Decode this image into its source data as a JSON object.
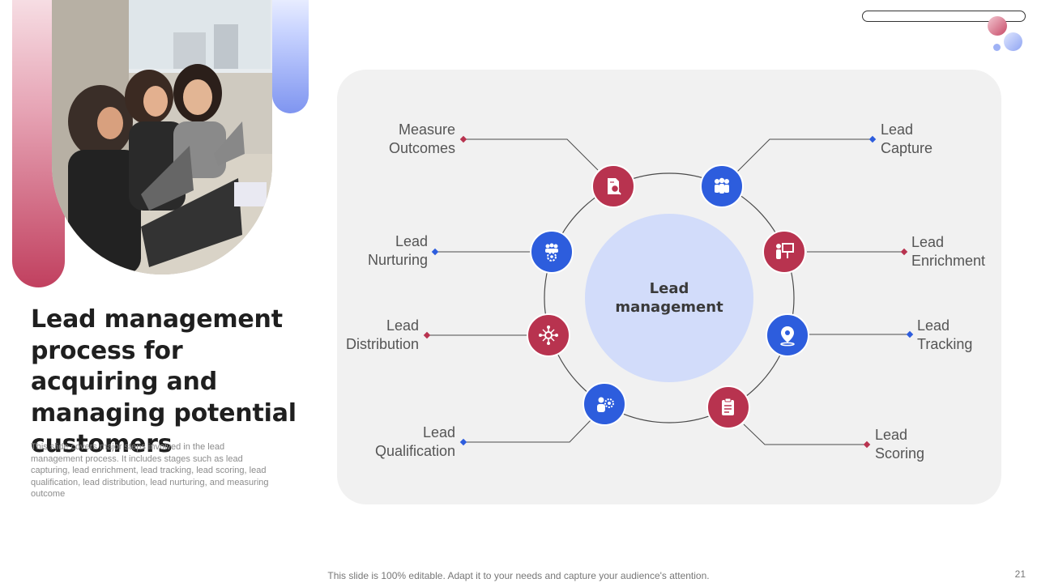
{
  "slide": {
    "title": "Lead management process for acquiring and managing potential customers",
    "description": "This slide covers major steps involved in the lead management process. It includes stages such as lead capturing, lead enrichment, lead tracking, lead scoring, lead qualification, lead distribution, lead nurturing, and measuring outcome",
    "footer": "This slide is 100% editable. Adapt it to your needs and capture your audience's attention.",
    "page_number": "21"
  },
  "diagram": {
    "center_label": "Lead\nmanagement",
    "stages": [
      {
        "label": "Lead\nCapture",
        "icon": "team-icon",
        "color": "blue"
      },
      {
        "label": "Lead\nEnrichment",
        "icon": "presentation-icon",
        "color": "red"
      },
      {
        "label": "Lead\nTracking",
        "icon": "location-pin-icon",
        "color": "blue"
      },
      {
        "label": "Lead\nScoring",
        "icon": "clipboard-icon",
        "color": "red"
      },
      {
        "label": "Lead\nQualification",
        "icon": "person-gear-icon",
        "color": "blue"
      },
      {
        "label": "Lead\nDistribution",
        "icon": "network-icon",
        "color": "red"
      },
      {
        "label": "Lead\nNurturing",
        "icon": "group-gear-icon",
        "color": "blue"
      },
      {
        "label": "Measure\nOutcomes",
        "icon": "document-analysis-icon",
        "color": "red"
      }
    ]
  },
  "colors": {
    "red": "#b8334f",
    "blue": "#2d5ddd",
    "center": "#d2dcfa",
    "panel": "#f1f1f1"
  }
}
